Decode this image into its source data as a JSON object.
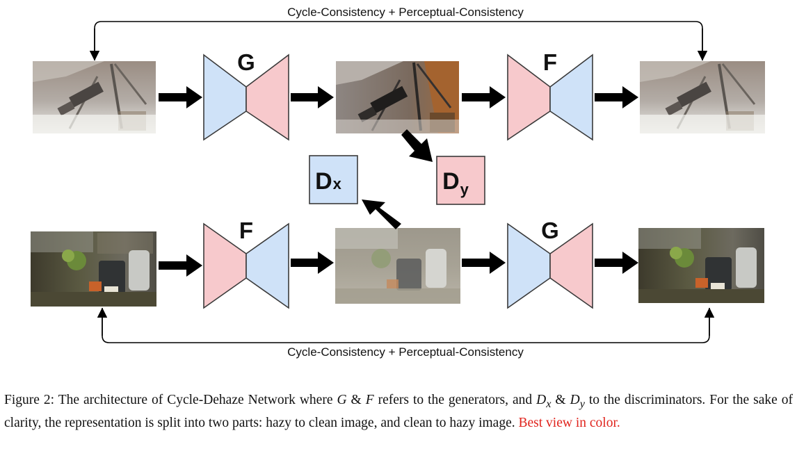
{
  "loops": {
    "top_label": "Cycle-Consistency + Perceptual-Consistency",
    "bottom_label": "Cycle-Consistency + Perceptual-Consistency"
  },
  "generators": {
    "top_first": "G",
    "top_second": "F",
    "bottom_first": "F",
    "bottom_second": "G"
  },
  "discriminators": {
    "dx_main": "D",
    "dx_sub": "x",
    "dy_main": "D",
    "dy_sub": "y"
  },
  "colors": {
    "generator_blue": "#cfe2f8",
    "generator_pink": "#f7c9cc",
    "outline": "#3a3a3a",
    "arrow": "#000000",
    "highlight": "#e0241d"
  },
  "images": {
    "top_row": [
      "hazy telescope photo",
      "dehazed telescope photo",
      "reconstructed hazy telescope photo"
    ],
    "bottom_row": [
      "clean kitchen photo",
      "hazed kitchen photo",
      "reconstructed clean kitchen photo"
    ]
  },
  "caption": {
    "prefix": "Figure 2:  The architecture of Cycle-Dehaze Network where ",
    "g": "G",
    "amp1": " & ",
    "f": "F",
    "mid": " refers to the generators, and ",
    "dx_main": "D",
    "dx_sub": "x",
    "amp2": " & ",
    "dy_main": "D",
    "dy_sub": "y",
    "suffix": " to the discriminators.  For the sake of clarity, the representation is split into two parts:  hazy to clean image, and clean to hazy image. ",
    "highlight": "Best view in color."
  }
}
